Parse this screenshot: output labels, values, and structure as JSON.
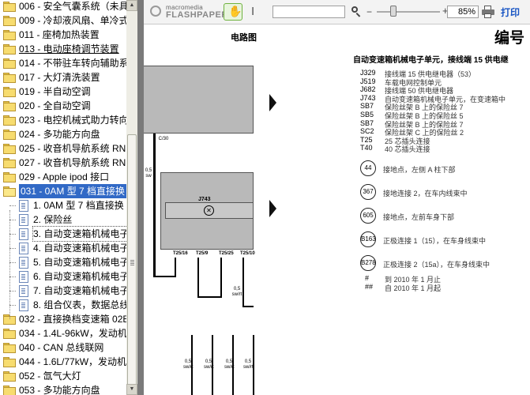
{
  "tree": {
    "items": [
      {
        "label": "006 - 安全气囊系统（未具",
        "level": 0,
        "icon": "folder-icon"
      },
      {
        "label": "009 - 冷却液风扇、单冷式",
        "level": 0,
        "icon": "folder-icon"
      },
      {
        "label": "011 - 座椅加热装置",
        "level": 0,
        "icon": "folder-icon"
      },
      {
        "label": "013 - 电动座椅调节装置",
        "level": 0,
        "icon": "folder-icon",
        "underline": true
      },
      {
        "label": "014 - 不带驻车转向辅助系",
        "level": 0,
        "icon": "folder-icon"
      },
      {
        "label": "017 - 大灯清洗装置",
        "level": 0,
        "icon": "folder-icon"
      },
      {
        "label": "019 - 半自动空调",
        "level": 0,
        "icon": "folder-icon"
      },
      {
        "label": "020 - 全自动空调",
        "level": 0,
        "icon": "folder-icon"
      },
      {
        "label": "023 - 电控机械式助力转向",
        "level": 0,
        "icon": "folder-icon"
      },
      {
        "label": "024 - 多功能方向盘",
        "level": 0,
        "icon": "folder-icon"
      },
      {
        "label": "025 - 收音机导航系统 RN",
        "level": 0,
        "icon": "folder-icon"
      },
      {
        "label": "027 - 收音机导航系统 RN",
        "level": 0,
        "icon": "folder-icon"
      },
      {
        "label": "029 - Apple ipod 接口",
        "level": 0,
        "icon": "folder-icon"
      },
      {
        "label": "031 - 0AM 型 7 档直接换",
        "level": 0,
        "icon": "folder-open-icon",
        "selected": true
      },
      {
        "label": "1. 0AM 型 7 档直接换",
        "level": 1,
        "icon": "document-icon"
      },
      {
        "label": "2. 保险丝",
        "level": 1,
        "icon": "document-icon"
      },
      {
        "label": "3. 自动变速箱机械电子",
        "level": 1,
        "icon": "document-icon",
        "focused": true
      },
      {
        "label": "4. 自动变速箱机械电子",
        "level": 1,
        "icon": "document-icon"
      },
      {
        "label": "5. 自动变速箱机械电子",
        "level": 1,
        "icon": "document-icon"
      },
      {
        "label": "6. 自动变速箱机械电子",
        "level": 1,
        "icon": "document-icon"
      },
      {
        "label": "7. 自动变速箱机械电子",
        "level": 1,
        "icon": "document-icon"
      },
      {
        "label": "8. 组合仪表，数据总线",
        "level": 1,
        "icon": "document-icon"
      },
      {
        "label": "032 - 直接换档变速箱 02E",
        "level": 0,
        "icon": "folder-icon"
      },
      {
        "label": "034 - 1.4L-96kW，发动机",
        "level": 0,
        "icon": "folder-icon"
      },
      {
        "label": "040 - CAN 总线联网",
        "level": 0,
        "icon": "folder-icon"
      },
      {
        "label": "044 - 1.6L/77kW，发动机",
        "level": 0,
        "icon": "folder-icon"
      },
      {
        "label": "052 - 氙气大灯",
        "level": 0,
        "icon": "folder-icon"
      },
      {
        "label": "053 - 多功能方向盘",
        "level": 0,
        "icon": "folder-icon"
      }
    ]
  },
  "toolbar": {
    "brand_small": "macromedia",
    "brand_big": "FLASHPAPER",
    "hand_icon": "hand-icon",
    "text_select_icon": "i-beam-icon",
    "find_value": "",
    "zoom_out_label": "−",
    "zoom_in_label": "+",
    "zoom_value": "85%",
    "zoom_level_percent": 85,
    "print_label": "打印"
  },
  "page": {
    "section_label": "电路图",
    "page_number_label": "编号",
    "heading": "自动变速箱机械电子单元，接线端 15 供电继",
    "legend": [
      {
        "code": "J329",
        "desc": "接线端 15 供电继电器（53）"
      },
      {
        "code": "J519",
        "desc": "车载电网控制单元"
      },
      {
        "code": "J682",
        "desc": "接线端 50 供电继电器"
      },
      {
        "code": "J743",
        "desc": "自动变速箱机械电子单元，在变速箱中"
      },
      {
        "code": "SB7",
        "desc": "保险丝架 B 上的保险丝 7"
      },
      {
        "code": "SB5",
        "desc": "保险丝架 B 上的保险丝 5"
      },
      {
        "code": "SB7",
        "desc": "保险丝架 B 上的保险丝 7"
      },
      {
        "code": "SC2",
        "desc": "保险丝架 C 上的保险丝 2"
      },
      {
        "code": "T25",
        "desc": "25 芯插头连接"
      },
      {
        "code": "T40",
        "desc": "40 芯插头连接"
      }
    ],
    "points": [
      {
        "code": "44",
        "desc": "接地点，左侧 A 柱下部"
      },
      {
        "code": "367",
        "desc": "接地连接 2，在车内线束中"
      },
      {
        "code": "605",
        "desc": "接地点，左前车身下部"
      },
      {
        "code": "B163",
        "desc": "正极连接 1（15），在车身线束中"
      },
      {
        "code": "B278",
        "desc": "正极连接 2（15a），在车身线束中"
      }
    ],
    "notes": [
      {
        "code": "#",
        "desc": "到 2010 年 1 月止"
      },
      {
        "code": "##",
        "desc": "自 2010 年 1 月起"
      }
    ],
    "diagram": {
      "module_label": "J743",
      "wire_c30": "C/30",
      "wire_05_sw": "0,5\nsw",
      "pins": [
        "T25/16",
        "T25/9",
        "T25/25",
        "T25/10"
      ],
      "wire_05_swrt": "0,5\nsw/rt",
      "bottom_labels": [
        "0,5\nsw/rt",
        "0,5\nsw/rt",
        "0,5\nsw/rt",
        "0,5\nsw/rt"
      ]
    }
  }
}
